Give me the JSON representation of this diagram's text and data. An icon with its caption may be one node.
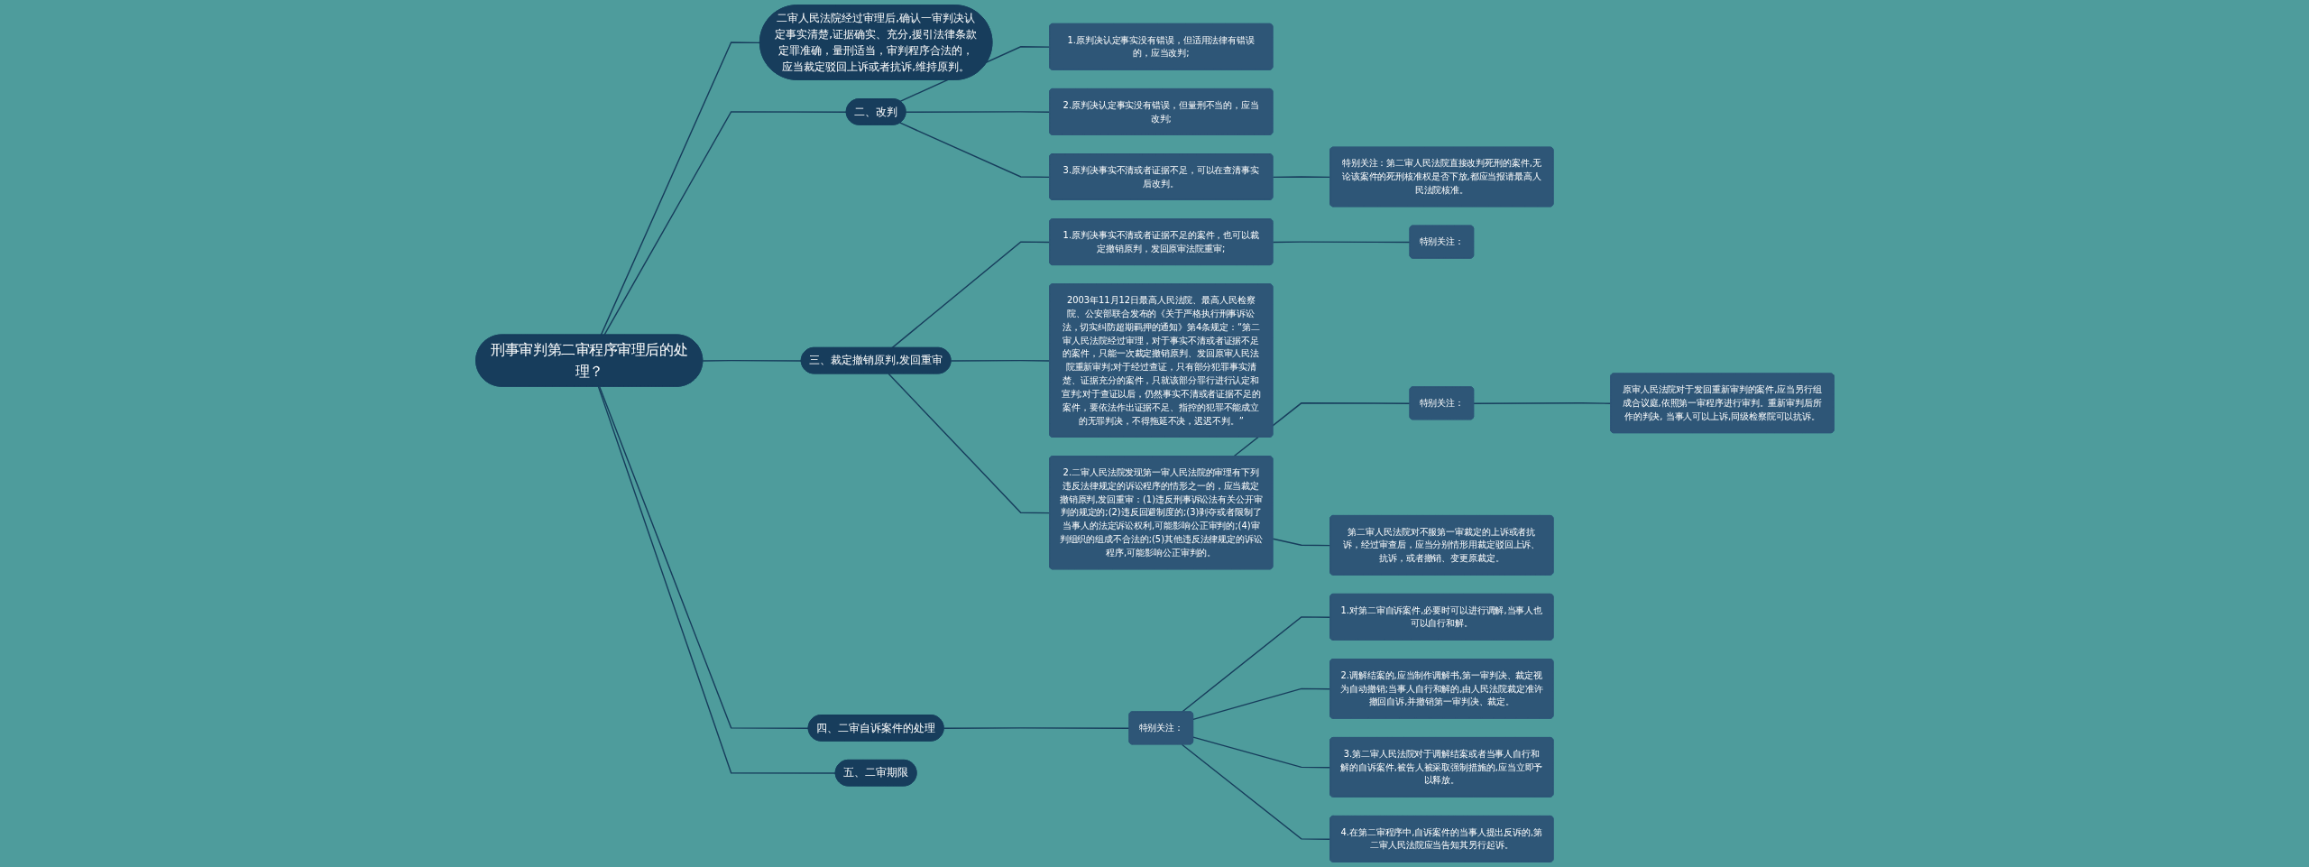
{
  "diagram": {
    "nodes": [
      {
        "text": [
          "刑事审判第二审程序审理后的处理？"
        ]
      },
      {
        "text": [
          "二审人民法院经过审理后,确认一审判决认定事实清楚,证据确实、充分,援引法律条款定罪准确，量刑适当，审判程序合法的，应当裁定驳回上诉或者抗诉,维持原判。"
        ]
      },
      {
        "text": [
          "二、改判"
        ]
      },
      {
        "text": [
          "1.原判决认定事实没有错误，但适用法律有错误的，应当改判;"
        ]
      },
      {
        "text": [
          "2.原判决认定事实没有错误，但量刑不当的，应当改判;"
        ]
      },
      {
        "text": [
          "3.原判决事实不清或者证据不足，可以在查清事实后改判。"
        ]
      },
      {
        "text": [
          "特别关注：第二审人民法院直接改判死刑的案件,无论该案件的死刑核准权是否下放,都应当报请最高人民法院核准。"
        ]
      },
      {
        "text": [
          "三、裁定撤销原判,发回重审"
        ]
      },
      {
        "text": [
          "1.原判决事实不清或者证据不足的案件，也可以裁定撤销原判，发回原审法院重审;"
        ]
      },
      {
        "text": [
          "特别关注："
        ]
      },
      {
        "text": [
          "2003年11月12日最高人民法院、最高人民检察院、公安部联合发布的《关于严格执行刑事诉讼法，切实纠防超期羁押的通知》第4条规定：“第二审人民法院经过审理，对于事实不清或者证据不足的案件，只能一次裁定撤销原判、发回原审人民法院重新审判;对于经过查证，只有部分犯罪事实清楚、证据充分的案件，只就该部分罪行进行认定和宣判;对于查证以后，仍然事实不清或者证据不足的案件，要依法作出证据不足、指控的犯罪不能成立的无罪判决，不得拖延不决，迟迟不判。”"
        ]
      },
      {
        "text": [
          "2.二审人民法院发现第一审人民法院的审理有下列违反法律规定的诉讼程序的情形之一的，应当裁定撤销原判,发回重审：(1)违反刑事诉讼法有关公开审判的规定的;(2)违反回避制度的;(3)剥夺或者限制了当事人的法定诉讼权利,可能影响公正审判的;(4)审判组织的组成不合法的;(5)其他违反法律规定的诉讼程序,可能影响公正审判的。"
        ]
      },
      {
        "text": [
          "特别关注："
        ]
      },
      {
        "text": [
          "原审人民法院对于发回重新审判的案件,应当另行组成合议庭,依照第一审程序进行审判。重新审判后所作的判决, 当事人可以上诉,同级检察院可以抗诉。"
        ]
      },
      {
        "text": [
          "第二审人民法院对不服第一审裁定的上诉或者抗诉，经过审查后，应当分别情形用裁定驳回上诉、抗诉，或者撤销、变更原裁定。"
        ]
      },
      {
        "text": [
          "四、二审自诉案件的处理"
        ]
      },
      {
        "text": [
          "特别关注："
        ]
      },
      {
        "text": [
          "1.对第二审自诉案件,必要时可以进行调解,当事人也可以自行和解。"
        ]
      },
      {
        "text": [
          "2.调解结案的,应当制作调解书,第一审判决、裁定视为自动撤销;当事人自行和解的,由人民法院裁定准许撤回自诉,并撤销第一审判决、裁定。"
        ]
      },
      {
        "text": [
          "3.第二审人民法院对于调解结案或者当事人自行和解的自诉案件,被告人被采取强制措施的,应当立即予以释放。"
        ]
      },
      {
        "text": [
          "4.在第二审程序中,自诉案件的当事人提出反诉的,第二审人民法院应当告知其另行起诉。"
        ]
      },
      {
        "text": [
          "五、二审期限"
        ]
      }
    ],
    "edges": [
      {
        "from": 0,
        "to": 1,
        "arrow": "none"
      },
      {
        "from": 0,
        "to": 2,
        "arrow": "none"
      },
      {
        "from": 2,
        "to": 3,
        "arrow": "none"
      },
      {
        "from": 2,
        "to": 4,
        "arrow": "none"
      },
      {
        "from": 2,
        "to": 5,
        "arrow": "none"
      },
      {
        "from": 5,
        "to": 6,
        "arrow": "none"
      },
      {
        "from": 0,
        "to": 7,
        "arrow": "none"
      },
      {
        "from": 7,
        "to": 8,
        "arrow": "none"
      },
      {
        "from": 8,
        "to": 9,
        "arrow": "none"
      },
      {
        "from": 7,
        "to": 10,
        "arrow": "none"
      },
      {
        "from": 7,
        "to": 11,
        "arrow": "none"
      },
      {
        "from": 11,
        "to": 12,
        "arrow": "none"
      },
      {
        "from": 12,
        "to": 13,
        "arrow": "none"
      },
      {
        "from": 11,
        "to": 14,
        "arrow": "none"
      },
      {
        "from": 0,
        "to": 15,
        "arrow": "none"
      },
      {
        "from": 15,
        "to": 16,
        "arrow": "none"
      },
      {
        "from": 16,
        "to": 17,
        "arrow": "none"
      },
      {
        "from": 16,
        "to": 18,
        "arrow": "none"
      },
      {
        "from": 16,
        "to": 19,
        "arrow": "none"
      },
      {
        "from": 16,
        "to": 20,
        "arrow": "none"
      },
      {
        "from": 0,
        "to": 21,
        "arrow": "none"
      }
    ]
  }
}
